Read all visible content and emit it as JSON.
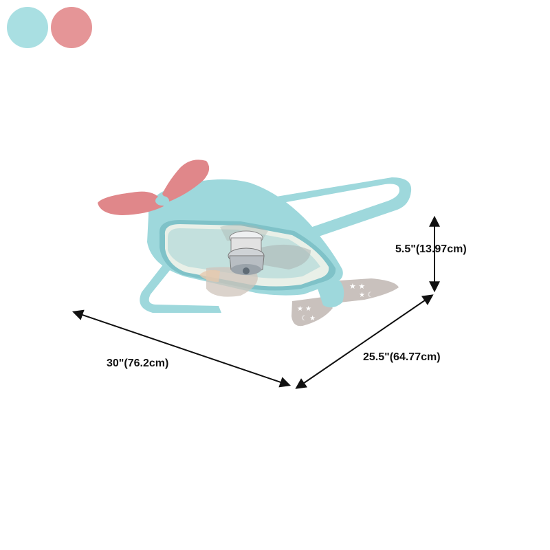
{
  "color_options": [
    {
      "name": "blue",
      "color": "#a9dfe2"
    },
    {
      "name": "pink",
      "color": "#e59597"
    }
  ],
  "product": {
    "body_color": "#9ed8dc",
    "accent_color": "#e0878a",
    "shade_color": "#e9f0e8"
  },
  "dimensions": {
    "width": "30\"(76.2cm)",
    "depth": "25.5\"(64.77cm)",
    "height": "5.5\"(13.97cm)"
  }
}
